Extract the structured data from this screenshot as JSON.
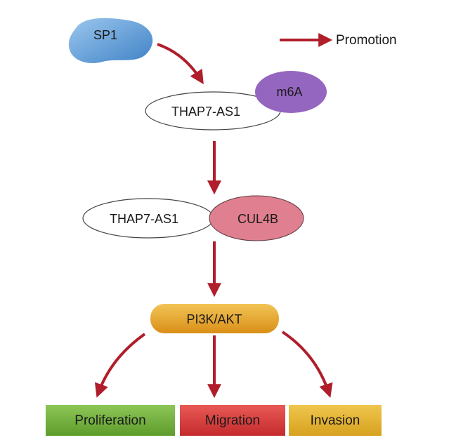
{
  "legend": {
    "label": "Promotion"
  },
  "nodes": {
    "sp1": "SP1",
    "m6a": "m6A",
    "thap7_as1_top": "THAP7-AS1",
    "thap7_as1_complex": "THAP7-AS1",
    "cul4b": "CUL4B",
    "pi3k_akt": "PI3K/AKT"
  },
  "outcomes": {
    "proliferation": "Proliferation",
    "migration": "Migration",
    "invasion": "Invasion"
  },
  "colors": {
    "arrow": "#b01e2b",
    "sp1": "#5f9fd6",
    "m6a": "#9566c0",
    "cul4b": "#e07f8f",
    "pi3k": "#e7a92a",
    "proliferation": "#76b03e",
    "migration": "#d83a3a",
    "invasion": "#e2b233"
  }
}
